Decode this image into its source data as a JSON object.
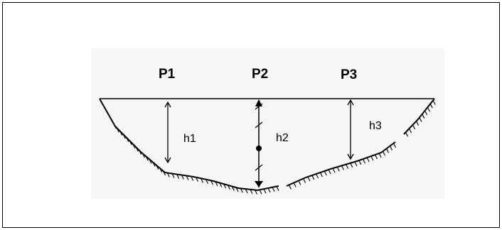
{
  "diagram": {
    "points": [
      {
        "id": "p1",
        "label": "P1"
      },
      {
        "id": "p2",
        "label": "P2"
      },
      {
        "id": "p3",
        "label": "P3"
      }
    ],
    "depths": [
      {
        "id": "h1",
        "label": "h1"
      },
      {
        "id": "h2",
        "label": "h2"
      },
      {
        "id": "h3",
        "label": "h3"
      }
    ],
    "colors": {
      "line": "#000000",
      "panel": "#f6f6f6",
      "background": "#ffffff"
    }
  }
}
